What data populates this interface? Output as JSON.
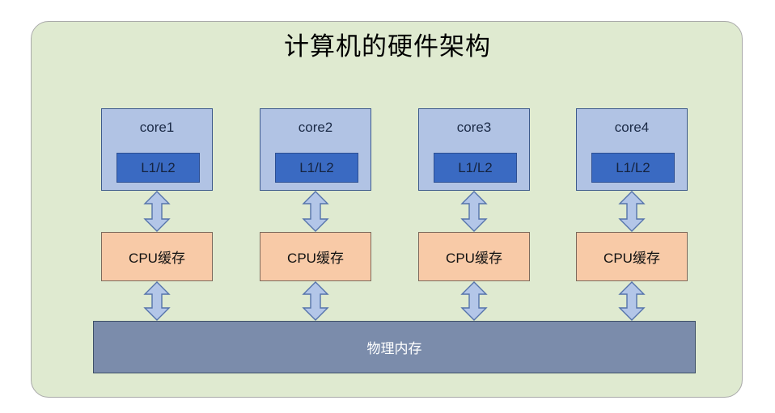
{
  "diagram": {
    "title": "计算机的硬件架构",
    "background_color": "#dfead0",
    "page_background": "#ffffff",
    "cores": [
      {
        "label": "core1",
        "inner_label": "L1/L2"
      },
      {
        "label": "core2",
        "inner_label": "L1/L2"
      },
      {
        "label": "core3",
        "inner_label": "L1/L2"
      },
      {
        "label": "core4",
        "inner_label": "L1/L2"
      }
    ],
    "caches": [
      {
        "label": "CPU缓存"
      },
      {
        "label": "CPU缓存"
      },
      {
        "label": "CPU缓存"
      },
      {
        "label": "CPU缓存"
      }
    ],
    "memory": {
      "label": "物理内存"
    },
    "colors": {
      "core_fill": "#b1c3e4",
      "core_border": "#3d5a8c",
      "l1l2_fill": "#3a6ac2",
      "l1l2_border": "#2d4f92",
      "cache_fill": "#f8caa7",
      "cache_border": "#7d6a5c",
      "memory_fill": "#7b8cab",
      "memory_border": "#3e5068",
      "arrow_fill": "#b3c6e8",
      "arrow_border": "#5573ab",
      "panel_border": "#a9a9a9",
      "title_color": "#000000"
    },
    "arrows": {
      "core_to_cache": "double-headed-vertical-arrow",
      "cache_to_memory": "double-headed-vertical-arrow"
    }
  }
}
